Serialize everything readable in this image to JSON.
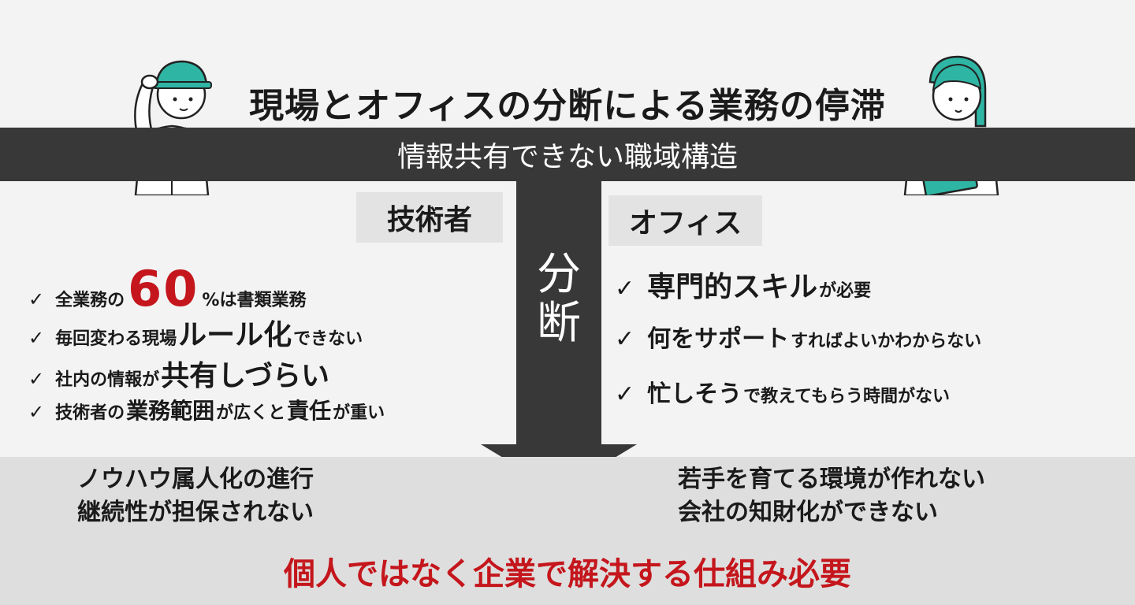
{
  "slide": {
    "title": "現場とオフィスの分断による業務の停滞",
    "banner": "情報共有できない職域構造",
    "split_char_1": "分",
    "split_char_2": "断"
  },
  "left": {
    "label": "技術者",
    "items": [
      {
        "parts": [
          "全業務の",
          "60",
          "%は書類業務"
        ]
      },
      {
        "parts": [
          "毎回変わる現場",
          "ルール化",
          "できない"
        ]
      },
      {
        "parts": [
          "社内の情報が",
          "共有しづらい"
        ]
      },
      {
        "parts": [
          "技術者の",
          "業務範囲",
          "が広くと",
          "責任",
          "が重い"
        ]
      }
    ],
    "result_1": "ノウハウ属人化の進行",
    "result_2": "継続性が担保されない"
  },
  "right": {
    "label": "オフィス",
    "items": [
      {
        "parts": [
          "専門的スキル",
          "が必要"
        ]
      },
      {
        "parts": [
          "何をサポート",
          "すればよいかわからない"
        ]
      },
      {
        "parts": [
          "忙しそう",
          "で教えてもらう時間がない"
        ]
      }
    ],
    "result_1": "若手を育てる環境が作れない",
    "result_2": "会社の知財化ができない"
  },
  "conclusion": "個人ではなく企業で解決する仕組み必要",
  "icons": {
    "check": "✓",
    "worker": "construction-worker-illustration",
    "office": "office-worker-illustration"
  },
  "colors": {
    "banner": "#383838",
    "accent_red": "#c4161c",
    "helmet": "#2fb5a3"
  }
}
